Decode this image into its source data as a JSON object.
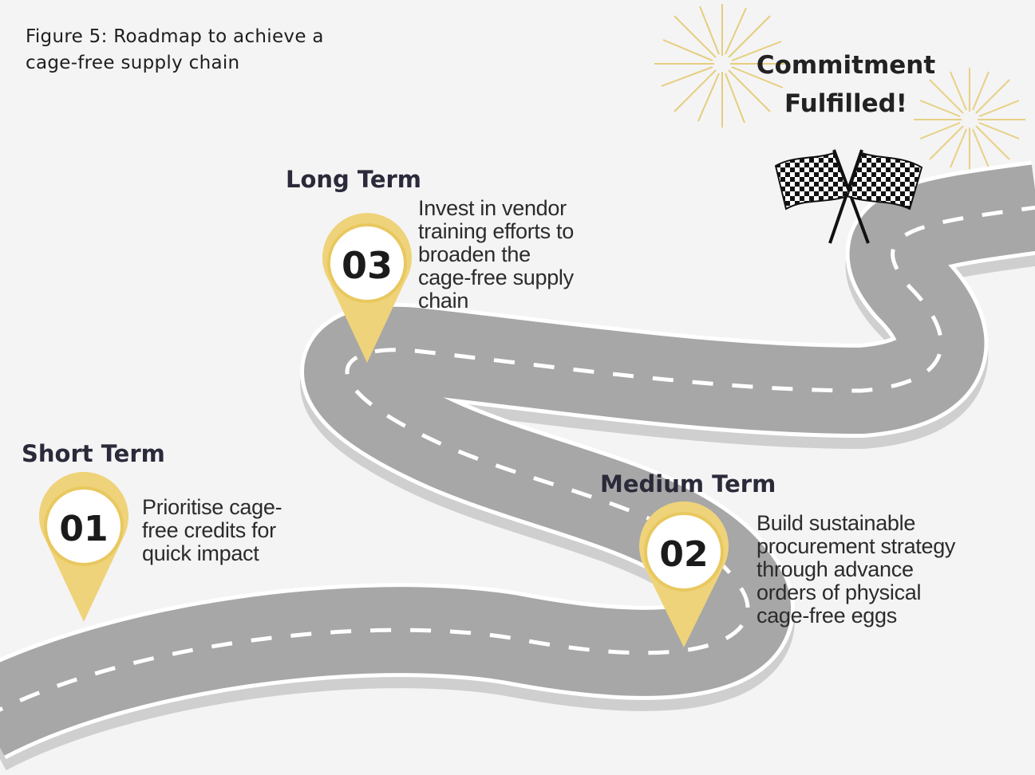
{
  "figure_caption": "Figure 5: Roadmap to achieve a cage-free supply chain",
  "goal": {
    "line1": "Commitment",
    "line2": "Fulfilled!"
  },
  "stages": [
    {
      "number": "01",
      "title": "Short Term",
      "description": "Prioritise cage-free credits for quick impact"
    },
    {
      "number": "02",
      "title": "Medium Term",
      "description": "Build sustainable procurement strategy through advance orders of physical cage-free eggs"
    },
    {
      "number": "03",
      "title": "Long Term",
      "description": "Invest in vendor training efforts to broaden the cage-free supply chain"
    }
  ],
  "colors": {
    "road": "#a7a7a7",
    "road_side": "#d2d2d2",
    "road_edge": "#ffffff",
    "lane_marking": "#ffffff",
    "pin_fill": "#efd37a",
    "pin_ring": "#e8c85f",
    "firework": "#e3c462"
  },
  "icons": [
    "location-pin-icon",
    "checkered-flags-icon",
    "firework-icon"
  ]
}
